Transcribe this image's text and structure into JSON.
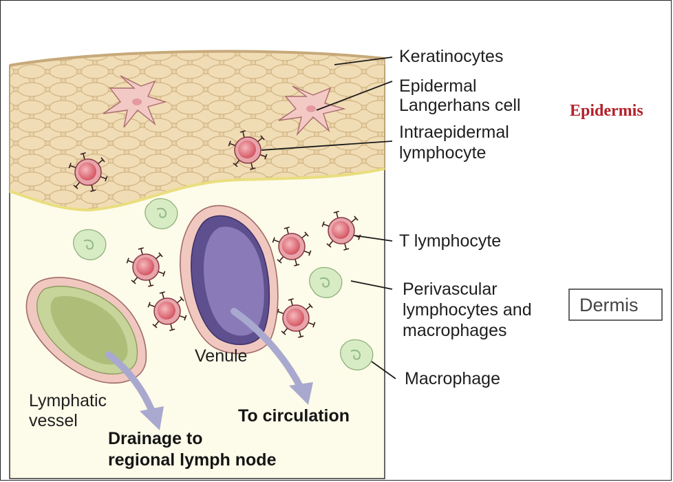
{
  "labels": {
    "keratinocytes": "Keratinocytes",
    "langerhans_line1": "Epidermal",
    "langerhans_line2": "Langerhans cell",
    "intraepidermal_line1": "Intraepidermal",
    "intraepidermal_line2": "lymphocyte",
    "epidermis": "Epidermis",
    "t_lymphocyte": "T lymphocyte",
    "perivascular_line1": "Perivascular",
    "perivascular_line2": "lymphocytes and",
    "perivascular_line3": "macrophages",
    "dermis": "Dermis",
    "macrophage": "Macrophage",
    "venule": "Venule",
    "lymphatic_line1": "Lymphatic",
    "lymphatic_line2": "vessel",
    "to_circulation": "To circulation",
    "drainage_line1": "Drainage to",
    "drainage_line2": "regional lymph node"
  },
  "colors": {
    "epidermis": "#ead3a6",
    "dermis": "#fdfbe9",
    "lymphocyte": "#e0707a",
    "macrophage": "#d7ecc5",
    "venule": "#5e4f8f",
    "lymphatic": "#c7d49a",
    "arrow": "#a9a9cf",
    "epidermis_label": "#b3202a"
  }
}
